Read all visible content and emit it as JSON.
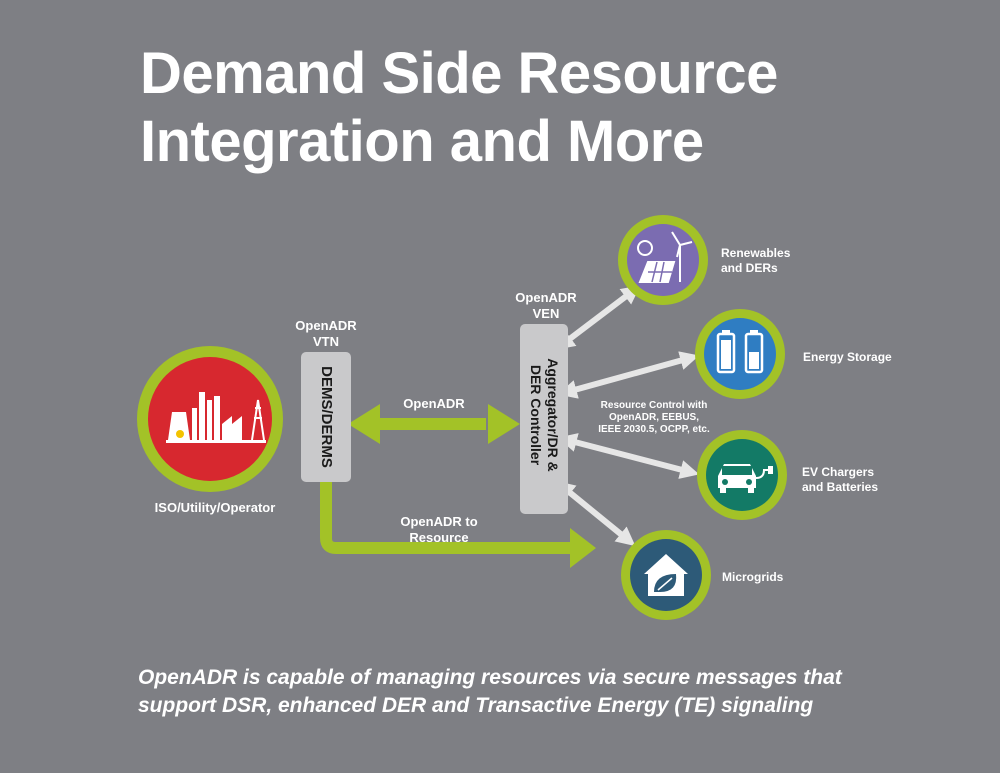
{
  "title": {
    "line1": "Demand Side Resource",
    "line2": "Integration and More"
  },
  "colors": {
    "background": "#7e7f84",
    "accent_green": "#a3c227",
    "arrow_white": "#e6e6e6",
    "bar_gray": "#c9c9cb",
    "utility_red": "#d7282f",
    "renewables_purple": "#7b6cb1",
    "storage_blue": "#2f7dc2",
    "ev_teal": "#137a66",
    "microgrid_navy": "#2d5a78"
  },
  "nodes": {
    "utility": {
      "label": "ISO/Utility/Operator",
      "icon": "power-plant-icon"
    },
    "dems": {
      "label": "DEMS/DERMS",
      "header_line1": "OpenADR",
      "header_line2": "VTN"
    },
    "aggregator": {
      "label_line1": "Aggregator/DR &",
      "label_line2": "DER Controller",
      "header_line1": "OpenADR",
      "header_line2": "VEN"
    },
    "renewables": {
      "label_line1": "Renewables",
      "label_line2": "and DERs",
      "icon": "solar-wind-icon"
    },
    "storage": {
      "label": "Energy Storage",
      "icon": "battery-icon"
    },
    "ev": {
      "label_line1": "EV Chargers",
      "label_line2": "and Batteries",
      "icon": "ev-charger-icon"
    },
    "microgrids": {
      "label": "Microgrids",
      "icon": "house-leaf-icon"
    }
  },
  "edges": {
    "openadr": {
      "label": "OpenADR"
    },
    "to_resource": {
      "label_line1": "OpenADR to",
      "label_line2": "Resource"
    },
    "resource_control": {
      "line1": "Resource Control with",
      "line2": "OpenADR, EEBUS,",
      "line3": "IEEE 2030.5, OCPP, etc."
    }
  },
  "caption": {
    "line1": "OpenADR is capable of managing resources via secure messages that",
    "line2": "support DSR, enhanced DER and Transactive Energy (TE) signaling"
  }
}
